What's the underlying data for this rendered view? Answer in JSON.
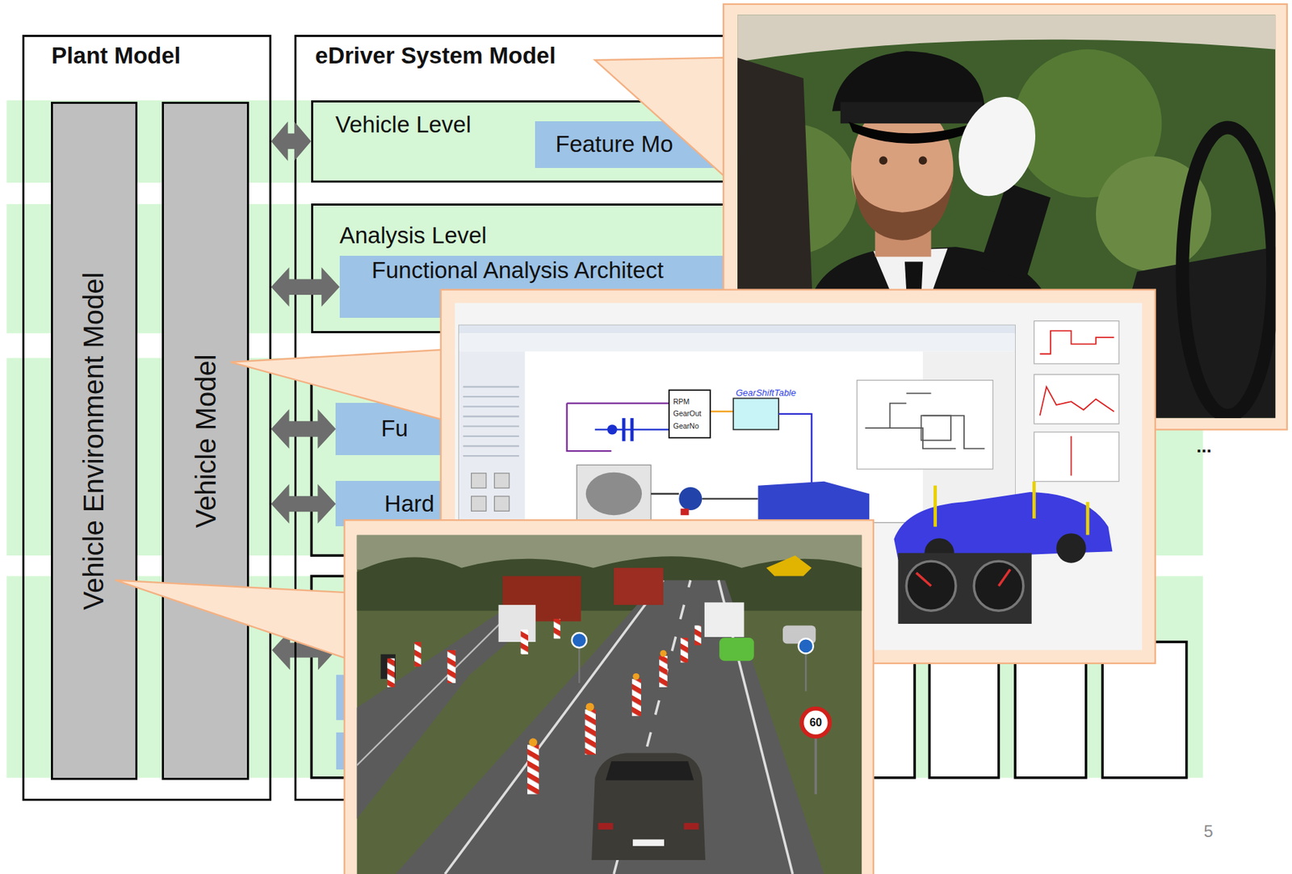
{
  "diagram": {
    "nodes": [
      {
        "text": [
          "Plant Model"
        ]
      },
      {
        "text": [
          "Vehicle Environment Model"
        ],
        "in": 0
      },
      {
        "text": [
          "Vehicle Model"
        ],
        "in": 0
      },
      {
        "text": [
          "eDriver System Model"
        ]
      },
      {
        "text": [
          "Vehicle Level"
        ],
        "in": 3
      },
      {
        "text": [
          "Feature Mo"
        ],
        "in": 4
      },
      {
        "text": [
          "Analysis Level"
        ],
        "in": 3
      },
      {
        "text": [
          "Functional Analysis Architect"
        ],
        "in": 6
      },
      {
        "text": [
          "Fu"
        ],
        "in": 3
      },
      {
        "text": [
          "Hard"
        ],
        "in": 3
      }
    ],
    "edges": [
      {
        "from": 0,
        "to": 4,
        "arrow": "both"
      },
      {
        "from": 0,
        "to": 7,
        "arrow": "both"
      },
      {
        "from": 0,
        "to": 8,
        "arrow": "both"
      },
      {
        "from": 0,
        "to": 9,
        "arrow": "both"
      }
    ],
    "labels": [
      "GearShiftTable",
      "RPM",
      "GearOut",
      "GearNo",
      "...",
      "60",
      "5"
    ]
  }
}
